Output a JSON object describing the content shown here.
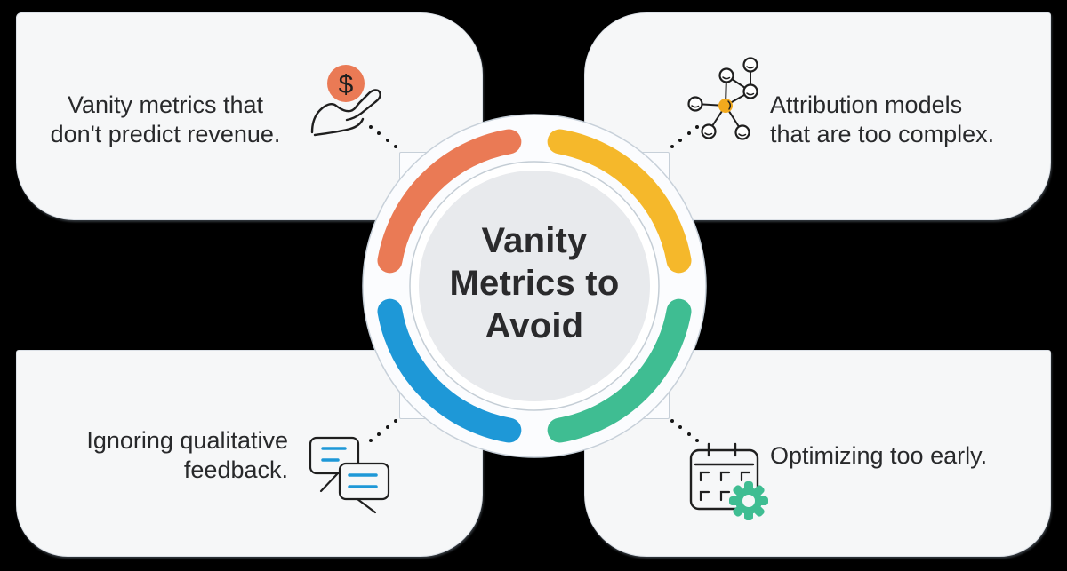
{
  "title": {
    "full": "Vanity Metrics to Avoid",
    "lines": [
      "Vanity",
      "Metrics to",
      "Avoid"
    ]
  },
  "items": [
    {
      "id": "top-left",
      "label": "Vanity metrics that don't predict revenue.",
      "lines": [
        "Vanity metrics that",
        "don't predict revenue."
      ],
      "icon": "money-hand-icon",
      "coin_symbol": "$",
      "accent": "#EA7A55"
    },
    {
      "id": "top-right",
      "label": "Attribution models that are too complex.",
      "lines": [
        "Attribution models",
        "that are too complex."
      ],
      "icon": "attribution-network-icon",
      "accent": "#F5B82B"
    },
    {
      "id": "bottom-left",
      "label": "Ignoring qualitative feedback.",
      "lines": [
        "Ignoring qualitative",
        "feedback."
      ],
      "icon": "chat-bubbles-icon",
      "accent": "#1E98D7"
    },
    {
      "id": "bottom-right",
      "label": "Optimizing too early.",
      "lines": [
        "Optimizing too early."
      ],
      "icon": "calendar-gear-icon",
      "accent": "#3FBD92"
    }
  ],
  "colors": {
    "canvas": "#000000",
    "card-bg": "#F6F7F8",
    "card-border": "#DCE1E7",
    "hub-bg": "#FBFCFE",
    "hub-border": "#C7D0D9",
    "ring-line": "#C4CDD5",
    "disc": "#E8EAED",
    "ink": "#28292B",
    "title-ink": "#2A2A2C",
    "icon-stroke": "#1F1F1F",
    "dot": "#161616",
    "orange": "#EA7A55",
    "yellow": "#F5B82B",
    "node-yellow": "#F2A91D",
    "blue": "#1E98D7",
    "green": "#3FBD92"
  }
}
